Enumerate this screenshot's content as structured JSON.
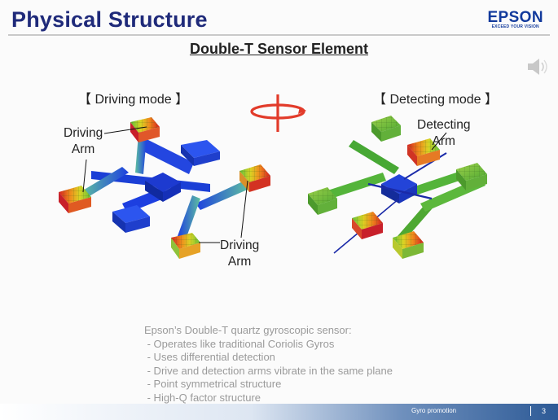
{
  "header": {
    "title": "Physical Structure",
    "logo_text": "EPSON",
    "logo_tagline": "EXCEED YOUR VISION"
  },
  "subtitle": "Double-T Sensor Element",
  "left_diagram": {
    "mode_label": "【 Driving mode 】",
    "callout_top": "Driving\nArm",
    "callout_bottom": "Driving\nArm"
  },
  "right_diagram": {
    "mode_label": "【 Detecting mode 】",
    "callout": "Detecting\nArm"
  },
  "notes": {
    "heading": "Epson’s Double-T quartz gyroscopic sensor:",
    "items": [
      " - Operates like traditional Coriolis Gyros",
      " - Uses differential detection",
      " - Drive and detection arms vibrate in the same plane",
      " - Point symmetrical structure",
      " - High-Q factor structure"
    ]
  },
  "footer": {
    "label": "Gyro promotion",
    "page": "3"
  },
  "colors": {
    "title": "#1f2a7a",
    "brand": "#123a9c",
    "rotation_arrow": "#e23b2a"
  },
  "icons": [
    "speaker-icon",
    "rotation-arrow-icon"
  ]
}
